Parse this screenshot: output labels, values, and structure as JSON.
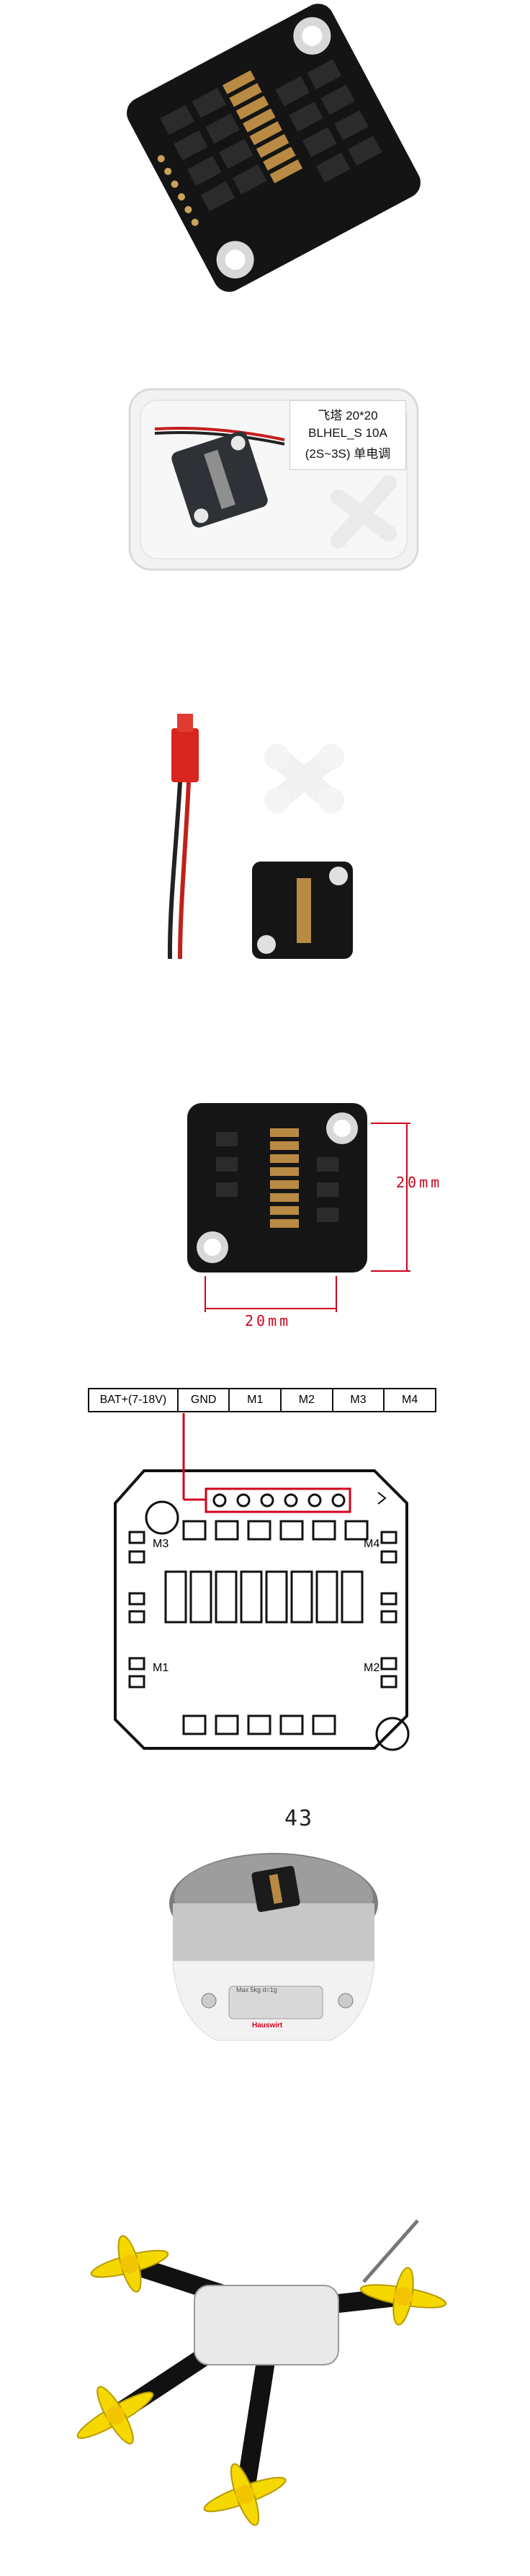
{
  "photos": [
    {
      "id": "esc-top",
      "alt": "ESC board top view"
    },
    {
      "id": "package",
      "alt": "Packaged ESC with label"
    },
    {
      "id": "contents",
      "alt": "ESC, battery lead, mount"
    },
    {
      "id": "dimensions",
      "alt": "ESC with dimension arrows"
    },
    {
      "id": "pinout",
      "alt": "Pinout diagram"
    },
    {
      "id": "scale",
      "alt": "ESC on digital scale"
    },
    {
      "id": "drone",
      "alt": "Assembled micro quadcopter"
    }
  ],
  "package_label": {
    "line1": "飞塔 20*20",
    "line2": "BLHEL_S 10A",
    "line3": "(2S~3S) 单电调"
  },
  "dimensions": {
    "height_label": "20mm",
    "width_label": "20mm",
    "accent": "#d0021b"
  },
  "pinout": {
    "headers": [
      "BAT+(7-18V)",
      "GND",
      "M1",
      "M2",
      "M3",
      "M4"
    ],
    "corner_labels": {
      "top_left": "M3",
      "top_right": "M4",
      "bottom_left": "M1",
      "bottom_right": "M2"
    }
  },
  "scale": {
    "reading": "43",
    "brand": "Hauswirt",
    "caption": "Max 5kg d=1g"
  }
}
